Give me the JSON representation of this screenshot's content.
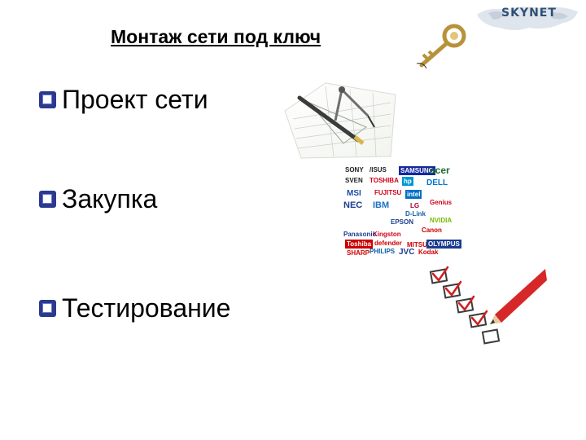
{
  "logo": {
    "text": "SKYNET"
  },
  "slide": {
    "title": "Монтаж сети под ключ"
  },
  "bullets": [
    {
      "text": "Проект сети"
    },
    {
      "text": "Закупка"
    },
    {
      "text": "Тестирование"
    }
  ],
  "brands": [
    {
      "label": "SONY",
      "color": "#222222"
    },
    {
      "label": "/ISUS",
      "color": "#222222"
    },
    {
      "label": "SAMSUNG",
      "color": "#1428a0",
      "box": true
    },
    {
      "label": "acer",
      "color": "#1a6d2e"
    },
    {
      "label": "SVEN",
      "color": "#222222"
    },
    {
      "label": "TOSHIBA",
      "color": "#d0021b"
    },
    {
      "label": "hp",
      "color": "#0096d6",
      "box": true
    },
    {
      "label": "DELL",
      "color": "#0076ce"
    },
    {
      "label": "MSI",
      "color": "#1a4fa0"
    },
    {
      "label": "FUJITSU",
      "color": "#d0021b"
    },
    {
      "label": "intel",
      "color": "#0071c5",
      "box": true
    },
    {
      "label": "NEC",
      "color": "#1a3d8f"
    },
    {
      "label": "IBM",
      "color": "#1f70c1"
    },
    {
      "label": "LG",
      "color": "#a50034"
    },
    {
      "label": "Genius",
      "color": "#d0021b"
    },
    {
      "label": "D-Link",
      "color": "#0b5ea8"
    },
    {
      "label": "EPSON",
      "color": "#1a3d8f"
    },
    {
      "label": "NVIDIA",
      "color": "#76b900"
    },
    {
      "label": "Kingston",
      "color": "#d0021b"
    },
    {
      "label": "Canon",
      "color": "#cc0000"
    },
    {
      "label": "Panasonic",
      "color": "#1a3d8f"
    },
    {
      "label": "Toshiba",
      "color": "#cc0000",
      "box": true
    },
    {
      "label": "defender",
      "color": "#cc0000"
    },
    {
      "label": "MITSUBISHI",
      "color": "#cc0000"
    },
    {
      "label": "OLYMPUS",
      "color": "#1a3d8f",
      "box": true
    },
    {
      "label": "SHARP",
      "color": "#cc0000"
    },
    {
      "label": "PHILIPS",
      "color": "#0b5ea8"
    },
    {
      "label": "JVC",
      "color": "#1a3d8f"
    },
    {
      "label": "Kodak",
      "color": "#cc0000"
    }
  ]
}
